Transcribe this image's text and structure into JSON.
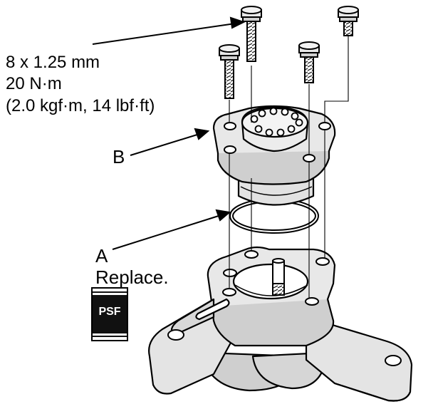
{
  "torque_spec": {
    "line1": "8 x 1.25 mm",
    "line2": "20 N·m",
    "line3": "(2.0 kgf·m, 14 lbf·ft)"
  },
  "callouts": {
    "b": "B",
    "a": "A",
    "a_note": "Replace."
  },
  "symbol": {
    "label": "PSF",
    "icon": "psf-fluid-container-icon"
  },
  "colors": {
    "ink": "#000000",
    "paper": "#ffffff",
    "metal": "#e8e8e8",
    "shade": "#bdbdbd"
  }
}
